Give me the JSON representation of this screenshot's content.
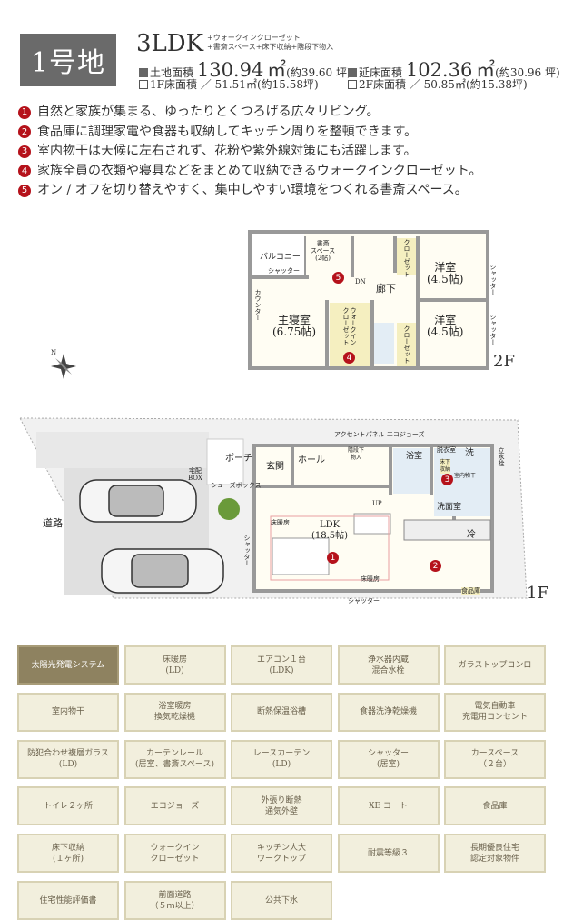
{
  "header": {
    "lot": "1号地",
    "layout": "3LDK",
    "extras": [
      "+ウォークインクローゼット",
      "+書斎スペース+床下収納+階段下物入"
    ],
    "land_area": {
      "label": "土地面積",
      "value": "130.94",
      "unit": "㎡",
      "tsubo": "(約39.60 坪)"
    },
    "floor_area": {
      "label": "延床面積",
      "value": "102.36",
      "unit": "㎡",
      "tsubo": "(約30.96 坪)"
    },
    "f1_area": "1F床面積 ／ 51.51㎡(約15.58坪)",
    "f2_area": "2F床面積 ／ 50.85㎡(約15.38坪)"
  },
  "points": [
    {
      "n": "1",
      "text": "自然と家族が集まる、ゆったりとくつろげる広々リビング。"
    },
    {
      "n": "2",
      "text": "食品庫に調理家電や食器も収納してキッチン周りを整頓できます。"
    },
    {
      "n": "3",
      "text": "室内物干は天候に左右されず、花粉や紫外線対策にも活躍します。"
    },
    {
      "n": "4",
      "text": "家族全員の衣類や寝具などをまとめて収納できるウォークインクローゼット。"
    },
    {
      "n": "5",
      "text": "オン / オフを切り替えやすく、集中しやすい環境をつくれる書斎スペース。"
    }
  ],
  "plan2f": {
    "floor": "2F",
    "balcony": "バルコニー",
    "shutter": "シャッター",
    "study": "書斎\nスペース\n(2帖)",
    "dn": "DN",
    "hall": "廊下",
    "western1": "洋室\n(4.5帖)",
    "western2": "洋室\n(4.5帖)",
    "counter": "カウンター",
    "master": "主寝室\n(6.75帖)",
    "wic": "ウォークイン\nクローゼット",
    "closet": "クローゼット"
  },
  "plan1f": {
    "floor": "1F",
    "accent": "アクセントパネル エコジョーズ",
    "porch": "ポーチ",
    "entrance": "玄関",
    "hall": "ホール",
    "under_stairs": "階段下\n物入",
    "bath": "浴室",
    "dressing": "脱衣室",
    "wash": "洗",
    "underfloor": "床下\n収納",
    "indoor_dry": "室内物干",
    "faucet": "立水栓",
    "delivery": "宅配\nBOX",
    "shoebox": "シューズボックス",
    "road": "道路",
    "up": "UP",
    "washroom": "洗面室",
    "floor_heat": "床暖房",
    "ldk": "LDK\n(18.5帖)",
    "fridge": "冷",
    "pantry": "食品庫",
    "shutter": "シャッター"
  },
  "features": [
    "太陽光発電システム",
    "床暖房\n(LD)",
    "エアコン１台\n(LDK)",
    "浄水器内蔵\n混合水栓",
    "ガラストップコンロ",
    "室内物干",
    "浴室暖房\n換気乾燥機",
    "断熱保温浴槽",
    "食器洗浄乾燥機",
    "電気自動車\n充電用コンセント",
    "防犯合わせ複層ガラス\n(LD)",
    "カーテンレール\n(居室、書斎スペース)",
    "レースカーテン\n(LD)",
    "シャッター\n(居室)",
    "カースペース\n（２台）",
    "トイレ２ヶ所",
    "エコジョーズ",
    "外張り断熱\n通気外壁",
    "XE コート",
    "食品庫",
    "床下収納\n(１ヶ所)",
    "ウォークイン\nクローゼット",
    "キッチン人大\nワークトップ",
    "耐震等級３",
    "長期優良住宅\n認定対象物件",
    "住宅性能評価書",
    "前面道路\n（５ｍ以上）",
    "公共下水"
  ],
  "features_highlighted": [
    0
  ],
  "colors": {
    "accent_red": "#b5121b",
    "badge_gray": "#6a6a6a",
    "feature_on": "#8e8260",
    "feature_bg": "#f2efdd"
  }
}
